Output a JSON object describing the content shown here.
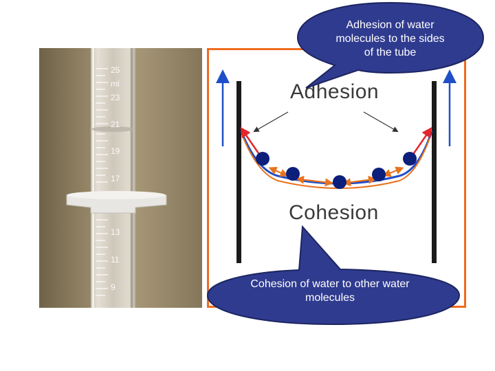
{
  "colors": {
    "callout_fill": "#2f3b8f",
    "callout_stroke": "#1c2560",
    "frame": "#ef6b1f",
    "adhesion_arrow": "#1f4fc8",
    "cohesion_arrow": "#e8731e",
    "molecule": "#0c1f7a",
    "force_red": "#e3262b"
  },
  "photo": {
    "label": "",
    "graduations": [
      "25",
      "ml",
      "23",
      "21",
      "19",
      "17",
      "13",
      "11",
      "9"
    ]
  },
  "diagram": {
    "adhesion_label": "Adhesion",
    "cohesion_label": "Cohesion"
  },
  "callouts": {
    "adhesion_text": "Adhesion of water molecules to the sides of the tube",
    "cohesion_text": "Cohesion of water to other water molecules"
  }
}
